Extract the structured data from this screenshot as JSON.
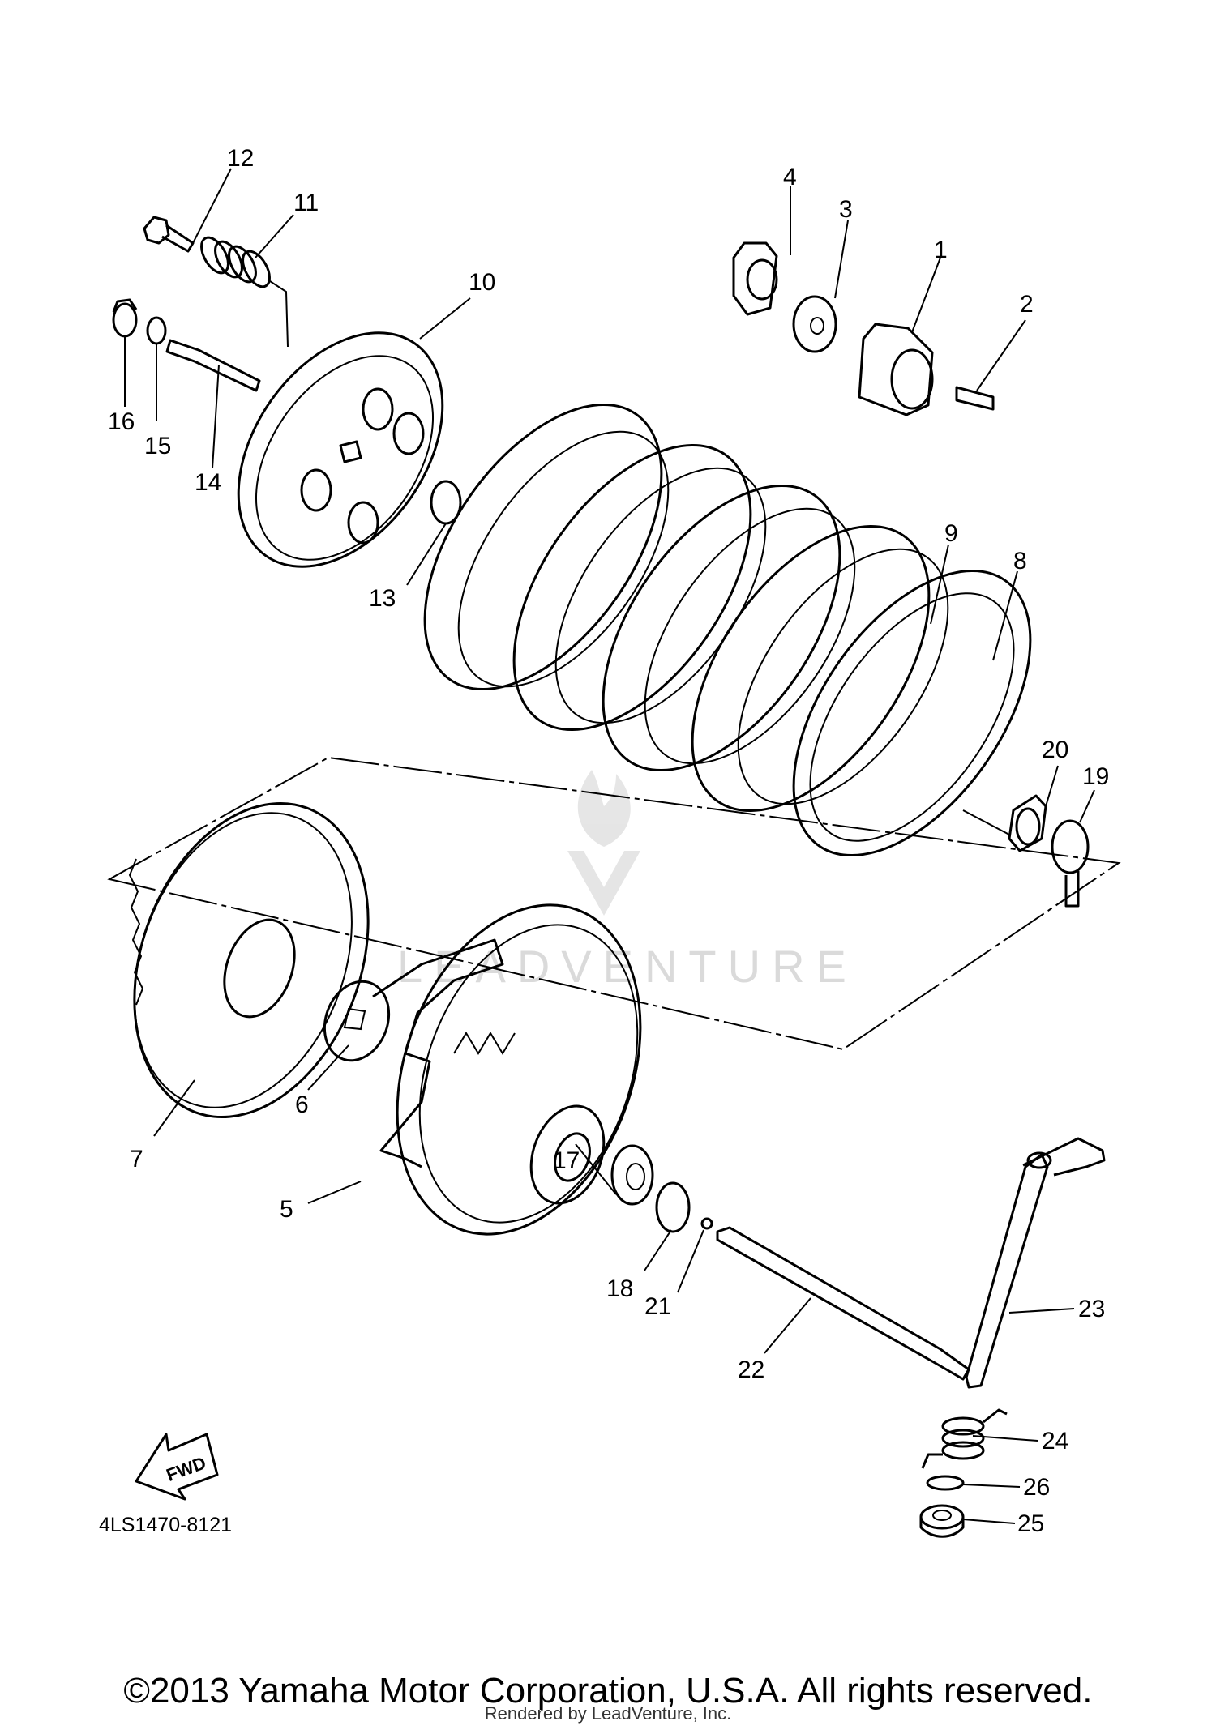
{
  "diagram": {
    "drawing_code": "4LS1470-8121",
    "fwd_label": "FWD",
    "watermark_text": "LEADVENTURE",
    "callouts": [
      "1",
      "2",
      "3",
      "4",
      "5",
      "6",
      "7",
      "8",
      "9",
      "10",
      "11",
      "12",
      "13",
      "14",
      "15",
      "16",
      "17",
      "18",
      "19",
      "20",
      "21",
      "22",
      "23",
      "24",
      "25",
      "26"
    ]
  },
  "footer": {
    "copyright": "©2013 Yamaha Motor Corporation, U.S.A. All rights reserved.",
    "rendered_by": "Rendered by LeadVenture, Inc."
  }
}
